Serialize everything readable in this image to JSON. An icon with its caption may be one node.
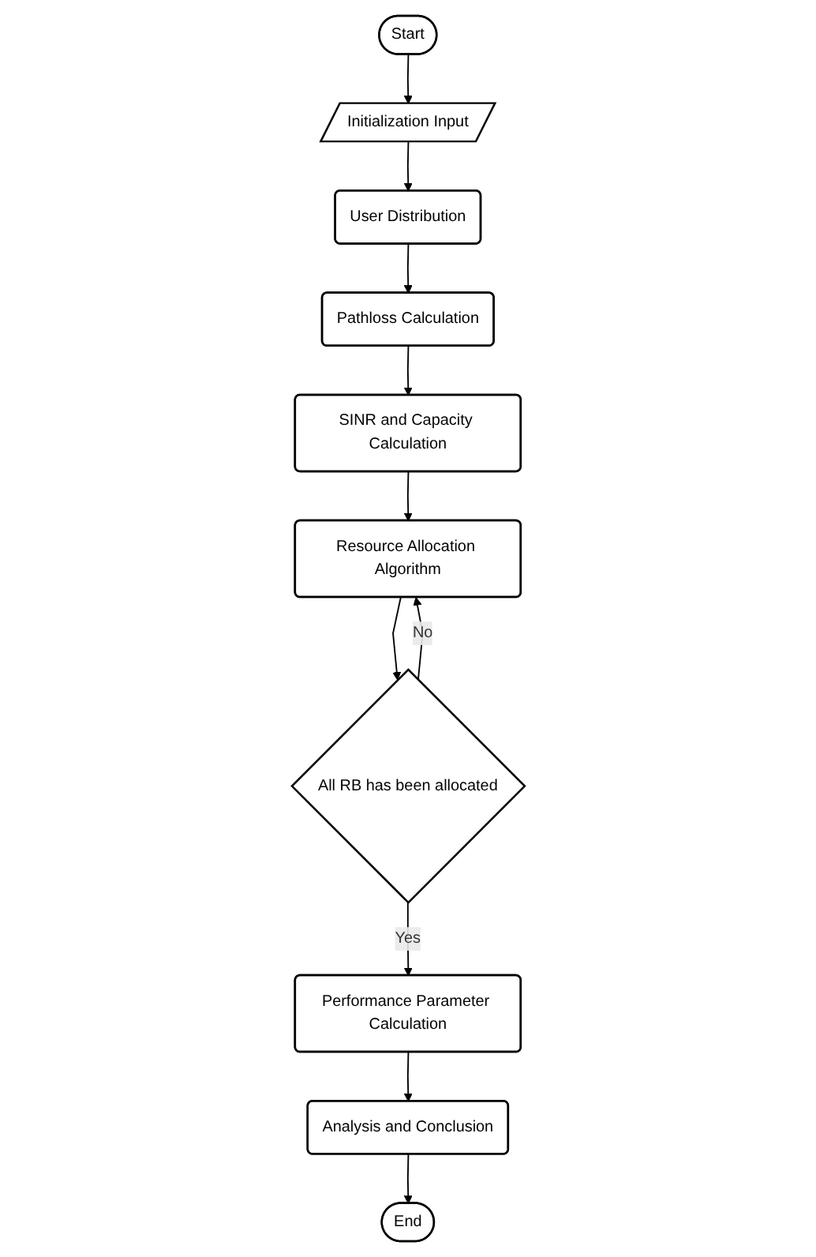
{
  "diagram": {
    "nodes": [
      {
        "text": [
          "Start"
        ]
      },
      {
        "text": [
          "Initialization Input"
        ]
      },
      {
        "text": [
          "User Distribution"
        ]
      },
      {
        "text": [
          "Pathloss Calculation"
        ]
      },
      {
        "text": [
          "SINR and Capacity Calculation"
        ]
      },
      {
        "text": [
          "Resource Allocation Algorithm"
        ]
      },
      {
        "text": [
          "All RB has been allocated"
        ]
      },
      {
        "text": [
          "Performance Parameter Calculation"
        ]
      },
      {
        "text": [
          "Analysis and Conclusion"
        ]
      },
      {
        "text": [
          "End"
        ]
      }
    ],
    "edges": [
      {
        "from": 0,
        "to": 1,
        "arrow": "to"
      },
      {
        "from": 1,
        "to": 2,
        "arrow": "to"
      },
      {
        "from": 2,
        "to": 3,
        "arrow": "to"
      },
      {
        "from": 3,
        "to": 4,
        "arrow": "to"
      },
      {
        "from": 4,
        "to": 5,
        "arrow": "to"
      },
      {
        "from": 5,
        "to": 6,
        "arrow": "to"
      },
      {
        "from": 6,
        "to": 5,
        "arrow": "to",
        "label": "No"
      },
      {
        "from": 6,
        "to": 7,
        "arrow": "to",
        "label": "Yes"
      },
      {
        "from": 7,
        "to": 8,
        "arrow": "to"
      },
      {
        "from": 8,
        "to": 9,
        "arrow": "to"
      }
    ]
  }
}
